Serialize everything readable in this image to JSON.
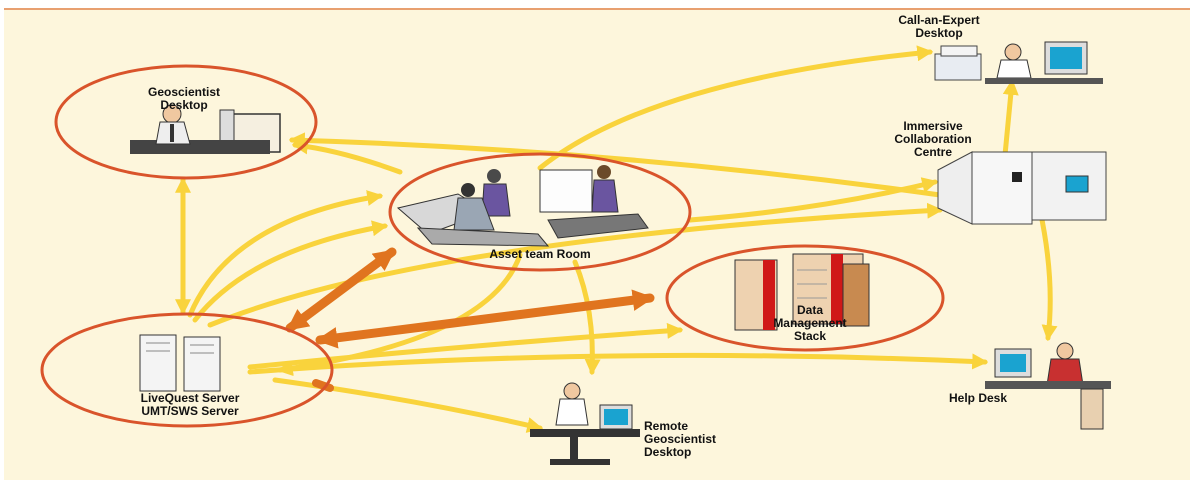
{
  "colors": {
    "background": "#fdf6dc",
    "frame": "#e8a070",
    "ellipse": "#d9542b",
    "arrow_yellow": "#f9d33c",
    "arrow_orange": "#e0741f",
    "rack_red": "#d01818",
    "rack_tan": "#eed2b0"
  },
  "nodes": {
    "geoscientist_desktop": {
      "line1": "Geoscientist",
      "line2": "Desktop"
    },
    "call_an_expert": {
      "line1": "Call-an-Expert",
      "line2": "Desktop"
    },
    "immersive_centre": {
      "line1": "Immersive",
      "line2": "Collaboration",
      "line3": "Centre"
    },
    "asset_team_room": {
      "line1": "Asset team Room"
    },
    "data_management": {
      "line1": "Data",
      "line2": "Management",
      "line3": "Stack"
    },
    "livequest_server": {
      "line1": "LiveQuest Server",
      "line2": "UMT/SWS Server"
    },
    "help_desk": {
      "line1": "Help Desk"
    },
    "remote_desktop": {
      "line1": "Remote",
      "line2": "Geoscientist",
      "line3": "Desktop"
    }
  },
  "icons": {
    "person": "person-at-desk-icon",
    "server": "server-tower-icon",
    "rack": "storage-rack-icon",
    "room": "meeting-room-icon",
    "cave": "immersive-display-icon"
  }
}
